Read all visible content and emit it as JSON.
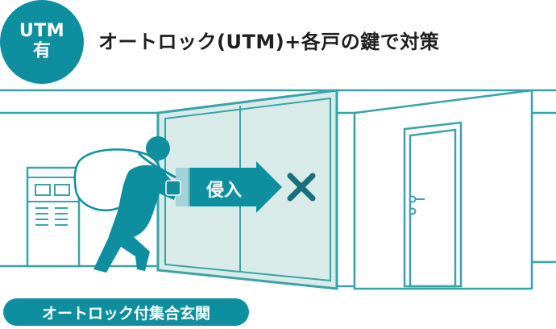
{
  "badge": {
    "line1": "UTM",
    "line2": "有"
  },
  "headline": "オートロック(UTM)+各戸の鍵で対策",
  "arrow_label": "侵入",
  "caption": "オートロック付集合玄関",
  "icons": [
    "keypad-panel-icon",
    "burglar-icon",
    "cross-mark-icon",
    "door-handle-icon"
  ],
  "colors": {
    "accent": "#0e8fa0",
    "line": "#3aa3a9",
    "glass": "#d8ebe9",
    "cross": "#1a6f7e",
    "figure": "#0e8fa0"
  }
}
